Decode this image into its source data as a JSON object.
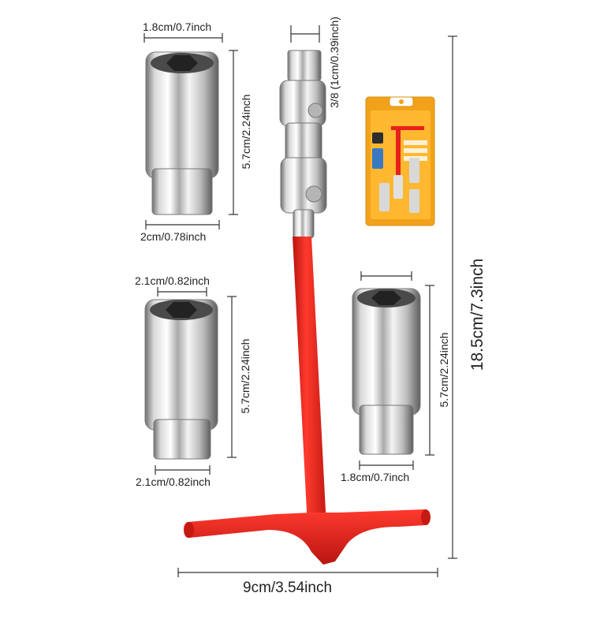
{
  "dimensions": {
    "socket_top_left_width": "1.8cm/0.7inch",
    "socket_top_left_height": "5.7cm/2.24inch",
    "socket_top_left_base": "2cm/0.78inch",
    "socket_mid_left_width": "2.1cm/0.82inch",
    "socket_mid_left_height": "5.7cm/2.24inch",
    "socket_mid_left_base": "2.1cm/0.82inch",
    "socket_right_height": "5.7cm/2.24inch",
    "socket_right_base": "1.8cm/0.7inch",
    "drive_size": "3/8 (1cm/0.39inch)",
    "total_height": "18.5cm/7.3inch",
    "total_width": "9cm/3.54inch"
  },
  "colors": {
    "handle_red": "#e8201a",
    "chrome": "#c9c9c9",
    "package_orange": "#f2a21a",
    "line": "#333333"
  },
  "icons": {
    "wrench": "t-handle-wrench-image",
    "socket": "chrome-socket-image",
    "package": "product-package-image"
  }
}
